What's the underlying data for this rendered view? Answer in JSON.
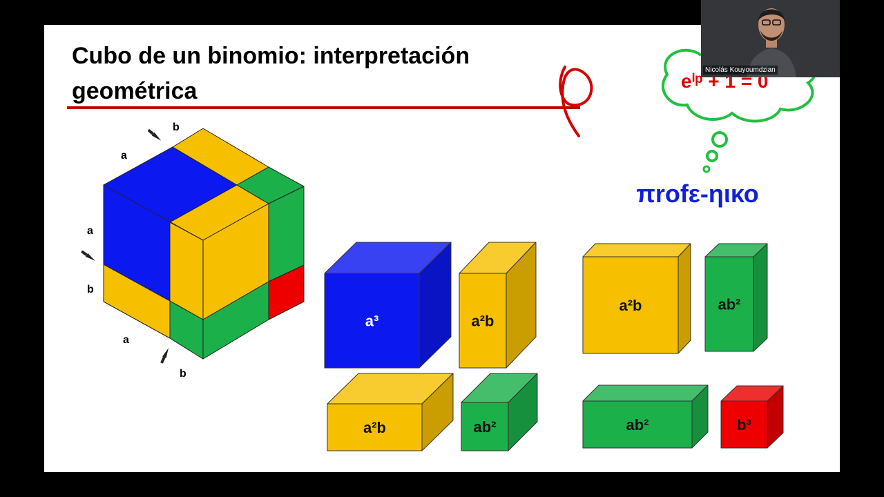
{
  "slide": {
    "title": "Cubo de un binomio: interpretación geométrica",
    "brand": "πrofε-ηικο",
    "thought_formula": "eⁱᵖ + 1 = 0"
  },
  "cube_labels": {
    "top_b": "b",
    "top_a": "a",
    "left_a": "a",
    "left_b": "b",
    "bottom_a": "a",
    "bottom_b": "b"
  },
  "pieces": [
    {
      "label": "a³",
      "color": "#0c18f0"
    },
    {
      "label": "a²b",
      "color": "#f6c000"
    },
    {
      "label": "a²b",
      "color": "#f6c000"
    },
    {
      "label": "ab²",
      "color": "#1bb04a"
    },
    {
      "label": "a²b",
      "color": "#f6c000"
    },
    {
      "label": "ab²",
      "color": "#1bb04a"
    },
    {
      "label": "ab²",
      "color": "#1bb04a"
    },
    {
      "label": "b³",
      "color": "#ee0000"
    }
  ],
  "colors": {
    "title_underline": "#c00000",
    "brand": "#1020d8",
    "thought_cloud": "#22c040",
    "formula": "#e00000"
  },
  "webcam": {
    "participant_name": "Nicolás Kouyoumdzian"
  }
}
